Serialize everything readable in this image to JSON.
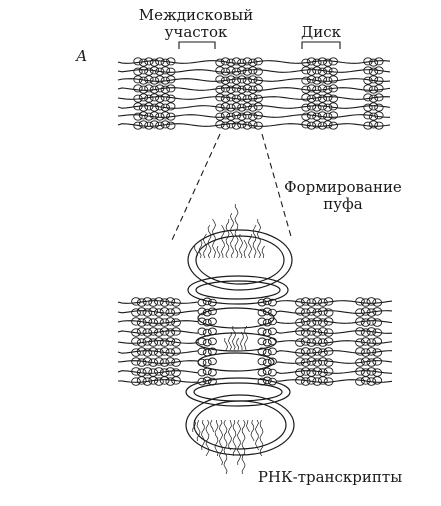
{
  "figure": {
    "panel_label": "А",
    "interband_label_line1": "Междисковый",
    "interband_label_line2": "участок",
    "band_label": "Диск",
    "puff_label_line1": "Формирование",
    "puff_label_line2": "пуфа",
    "rna_label": "РНК-транскрипты",
    "colors": {
      "ink": "#1a1a1a",
      "background": "#ffffff"
    }
  }
}
